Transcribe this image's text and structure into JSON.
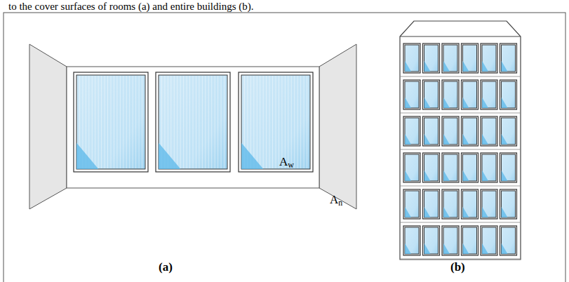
{
  "diagram": {
    "labels": [
      "to the cover surfaces of rooms (a) and entire buildings (b).",
      "Aw",
      "An",
      "(a)",
      "(b)"
    ]
  }
}
